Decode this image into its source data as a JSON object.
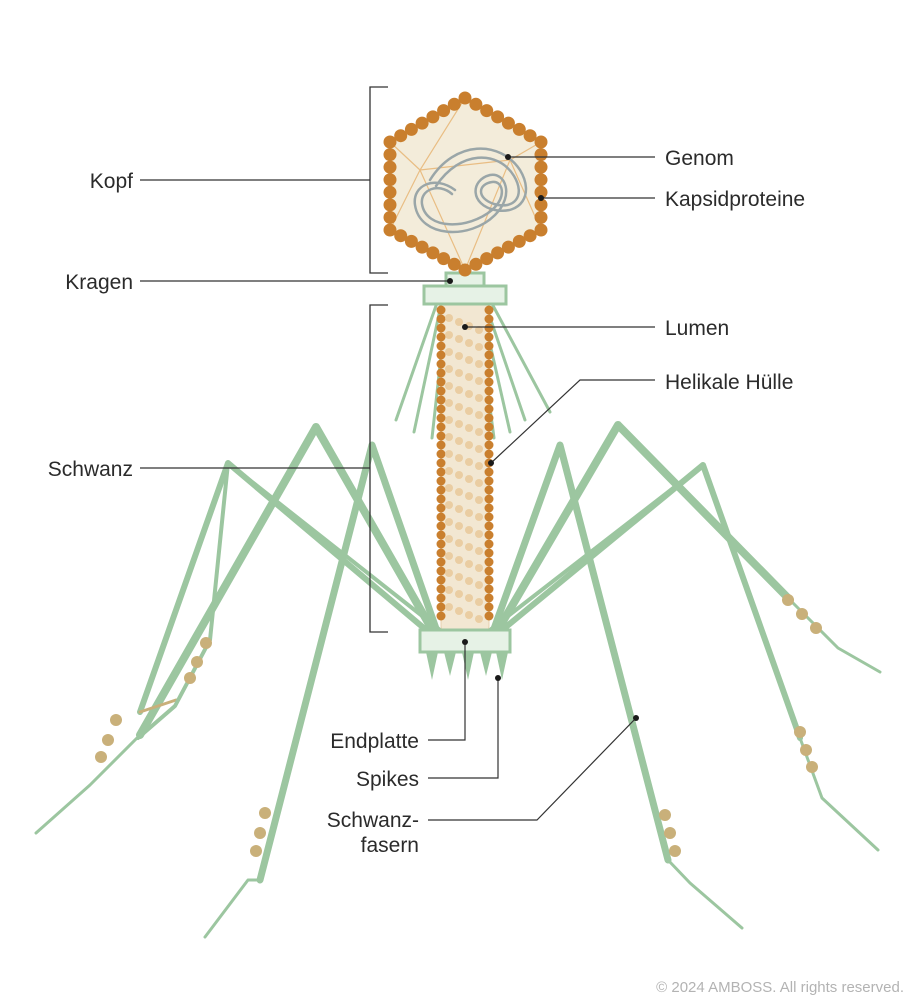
{
  "labels": {
    "kopf": "Kopf",
    "kragen": "Kragen",
    "schwanz": "Schwanz",
    "genom": "Genom",
    "kapsidproteine": "Kapsidproteine",
    "lumen": "Lumen",
    "helikale_huelle": "Helikale Hülle",
    "endplatte": "Endplatte",
    "spikes": "Spikes",
    "schwanzfasern_line1": "Schwanz-",
    "schwanzfasern_line2": "fasern"
  },
  "copyright": "© 2024 AMBOSS. All rights reserved.",
  "colors": {
    "capsid_protein": "#c97f2e",
    "capsid_fill": "#f3ecda",
    "capsid_edge": "#e8b97a",
    "dna": "#9aa6a8",
    "tail_fiber": "#9cc6a0",
    "fiber_bead": "#c9b07a",
    "sheath_protein": "#c97f2e",
    "tube_fill": "#f2e7d2",
    "collar": "#e6f2e6",
    "leader": "#333333"
  }
}
